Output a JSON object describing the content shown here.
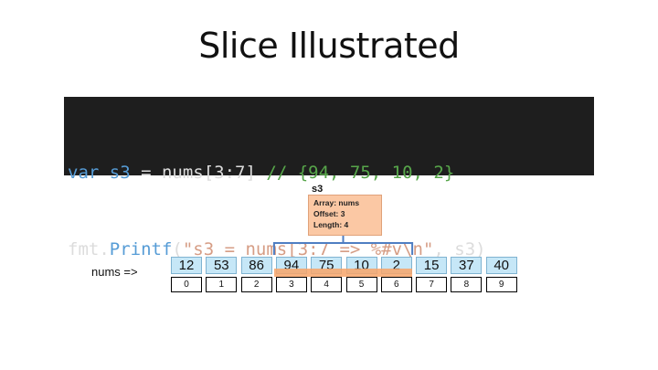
{
  "title": "Slice Illustrated",
  "code": {
    "line1": {
      "kw": "var",
      "var_name": "s3",
      "rest": " = nums[3:7] ",
      "comment": "// {94, 75, 10, 2}"
    },
    "line2": {
      "pkg": "fmt.",
      "func": "Printf",
      "open": "(",
      "str": "\"s3 = nums[3:7 => %#v\\n\"",
      "close": ", s3)"
    }
  },
  "slice": {
    "name": "s3",
    "array_line": "Array:  nums",
    "offset_line": "Offset: 3",
    "length_line": "Length: 4",
    "offset": 3,
    "length": 4
  },
  "array": {
    "label": "nums =>",
    "values": [
      "12",
      "53",
      "86",
      "94",
      "75",
      "10",
      "2",
      "15",
      "37",
      "40"
    ],
    "indices": [
      "0",
      "1",
      "2",
      "3",
      "4",
      "5",
      "6",
      "7",
      "8",
      "9"
    ]
  },
  "colors": {
    "cell_fill": "#c6e7f7",
    "slice_fill": "#fbc8a4",
    "brace": "#4f7ec2"
  }
}
